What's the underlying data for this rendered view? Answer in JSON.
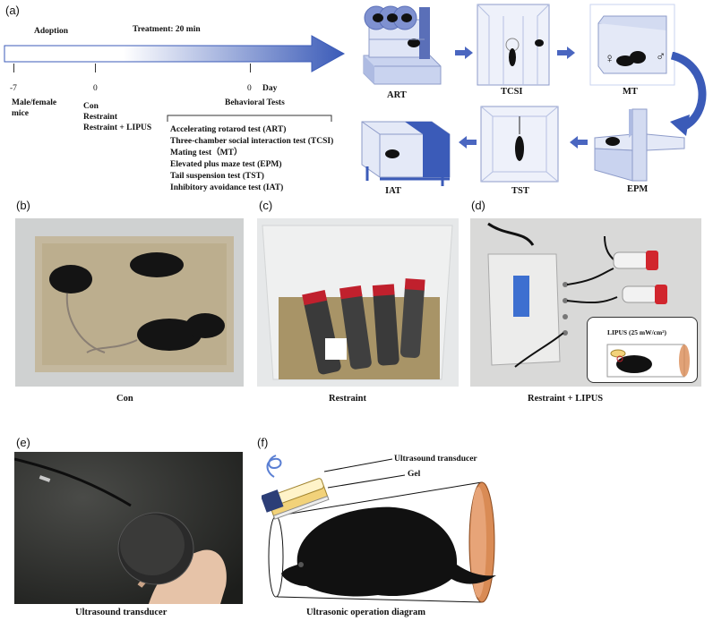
{
  "panels": {
    "a": "(a)",
    "b": "(b)",
    "c": "(c)",
    "d": "(d)",
    "e": "(e)",
    "f": "(f)"
  },
  "timeline": {
    "adoption": "Adoption",
    "treatment": "Treatment: 20 min",
    "tick_m7": "-7",
    "tick_0a": "0",
    "tick_0b": "0",
    "day": "Day",
    "mice": "Male/female\nmice",
    "groups": [
      "Con",
      "Restraint",
      "Restraint + LIPUS"
    ],
    "behavioral_tests": "Behavioral Tests",
    "tests": [
      "Accelerating rotarod test (ART)",
      "Three-chamber social interaction test (TCSI)",
      "Mating test（MT）",
      "Elevated plus maze test (EPM)",
      "Tail suspension test (TST)",
      "Inhibitory avoidance test (IAT)"
    ]
  },
  "apparatus": {
    "art": "ART",
    "tcsi": "TCSI",
    "mt": "MT",
    "epm": "EPM",
    "tst": "TST",
    "iat": "IAT",
    "mt_female": "♀",
    "mt_male": "♂"
  },
  "photos": {
    "con": "Con",
    "restraint": "Restraint",
    "restraint_lipus": "Restraint + LIPUS",
    "lipus_note": "LIPUS (25 mW/cm²)",
    "ultrasound_transducer": "Ultrasound transducer"
  },
  "diagram": {
    "transducer_label": "Ultrasound transducer",
    "gel_label": "Gel",
    "caption": "Ultrasonic operation diagram"
  },
  "colors": {
    "accent_blue": "#3b5bb8",
    "apparatus_blue": "#c9d3ef",
    "tube_orange": "#d98b55",
    "gel_yellow": "#f2d27a"
  }
}
